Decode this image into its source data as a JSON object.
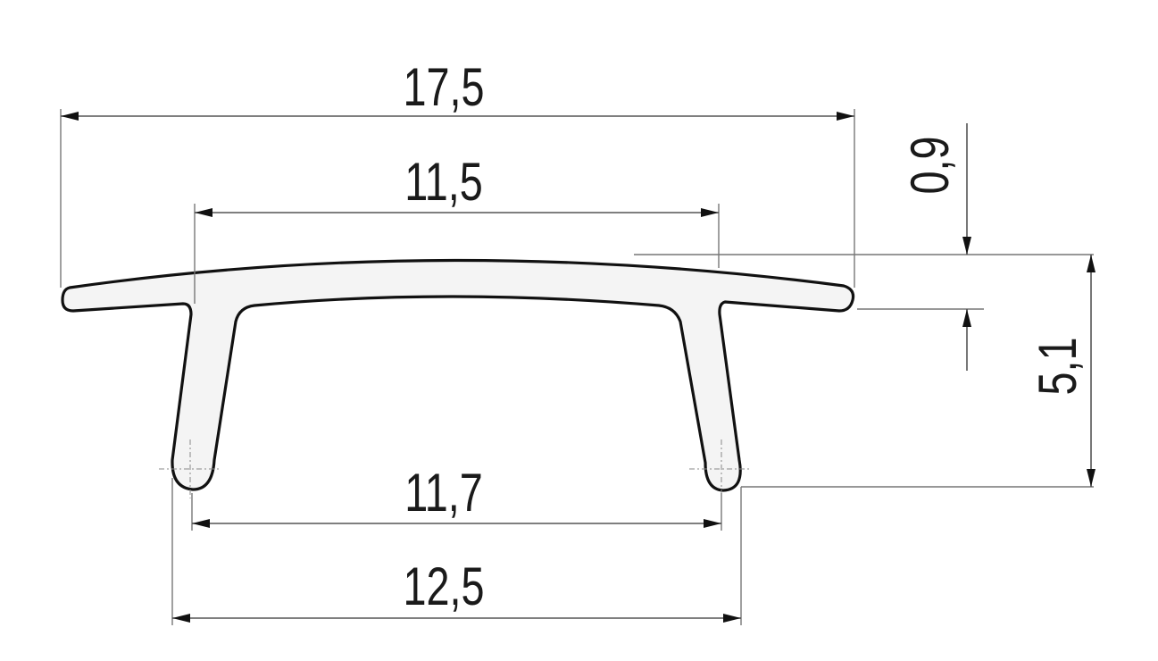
{
  "dimensions": {
    "overall_width": "17,5",
    "inner_top_width": "11,5",
    "leg_inner_width": "11,7",
    "leg_outer_width": "12,5",
    "top_thickness": "0,9",
    "total_height": "5,1"
  }
}
